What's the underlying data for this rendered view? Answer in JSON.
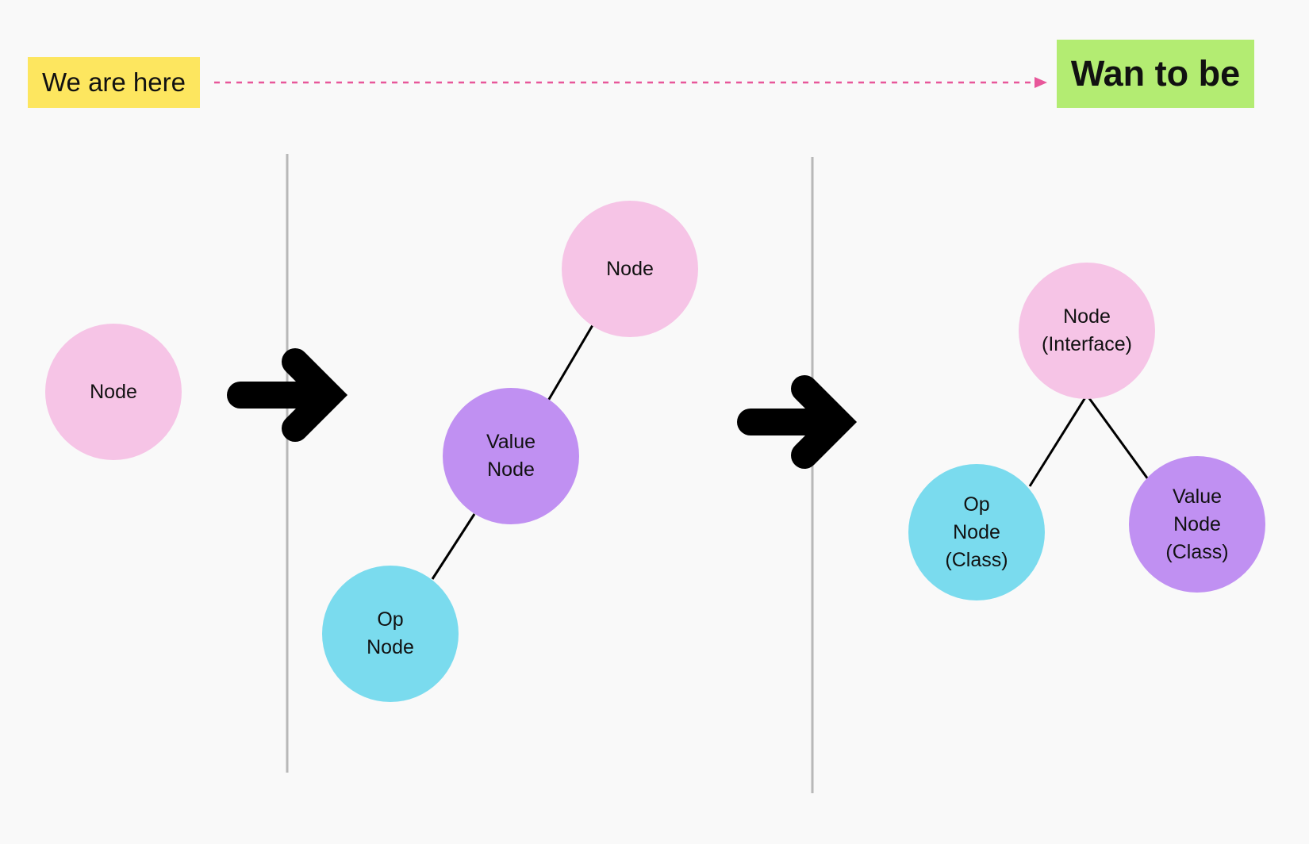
{
  "labels": {
    "current": "We are here",
    "target": "Wan to be"
  },
  "stage1": {
    "node": "Node"
  },
  "stage2": {
    "node": "Node",
    "value_node": "Value\nNode",
    "op_node": "Op\nNode"
  },
  "stage3": {
    "node": "Node\n(Interface)",
    "op_node": "Op\nNode\n(Class)",
    "value_node": "Value\nNode\n(Class)"
  },
  "colors": {
    "background": "#f9f9f9",
    "node_pink": "#f6c4e6",
    "node_purple": "#c090f2",
    "node_cyan": "#7adbee",
    "sticky_yellow": "#fde65f",
    "sticky_green": "#b3ec72",
    "dashed_arrow": "#e8579a",
    "divider": "#b8b8b8",
    "big_arrow": "#000000"
  }
}
